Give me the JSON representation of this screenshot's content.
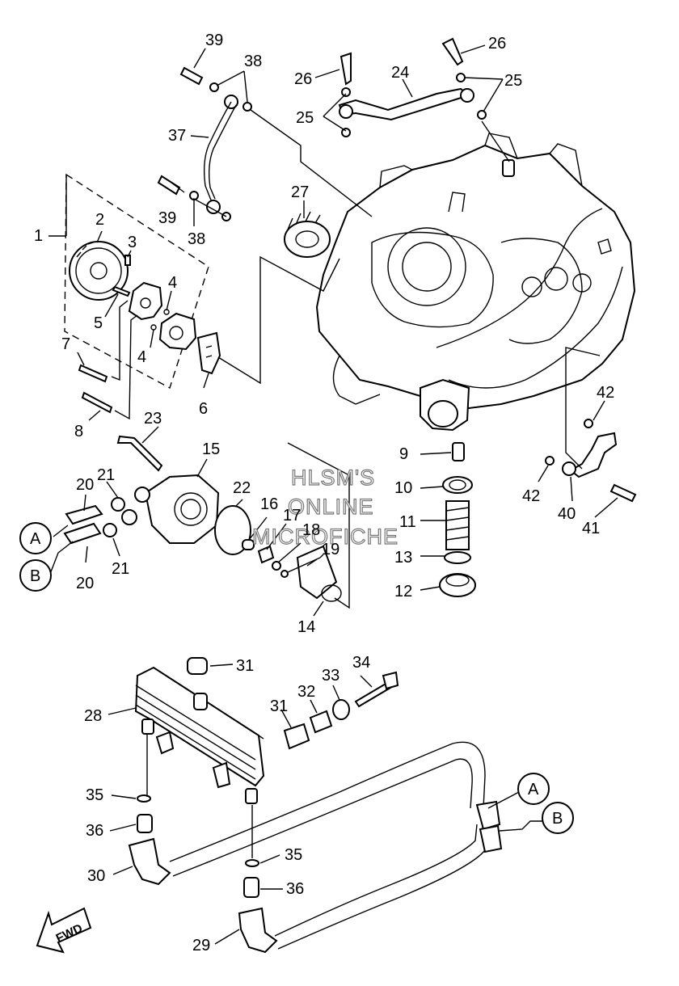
{
  "labels": {
    "p1": "1",
    "p2": "2",
    "p3": "3",
    "p4a": "4",
    "p4b": "4",
    "p5": "5",
    "p6": "6",
    "p7": "7",
    "p8": "8",
    "p9": "9",
    "p10": "10",
    "p11": "11",
    "p12": "12",
    "p13": "13",
    "p14": "14",
    "p15": "15",
    "p16": "16",
    "p17": "17",
    "p18": "18",
    "p19": "19",
    "p20a": "20",
    "p20b": "20",
    "p21a": "21",
    "p21b": "21",
    "p22": "22",
    "p23": "23",
    "p24": "24",
    "p25a": "25",
    "p25b": "25",
    "p26a": "26",
    "p26b": "26",
    "p27": "27",
    "p28": "28",
    "p29": "29",
    "p30": "30",
    "p31a": "31",
    "p31b": "31",
    "p32": "32",
    "p33": "33",
    "p34": "34",
    "p35a": "35",
    "p35b": "35",
    "p36a": "36",
    "p36b": "36",
    "p37": "37",
    "p38a": "38",
    "p38b": "38",
    "p39a": "39",
    "p39b": "39",
    "p40": "40",
    "p41": "41",
    "p42a": "42",
    "p42b": "42"
  },
  "callouts": {
    "a_left": "A",
    "b_left": "B",
    "a_right": "A",
    "b_right": "B"
  },
  "watermark": {
    "line1": "HLSM'S",
    "line2": "ONLINE",
    "line3": "MICROFICHE"
  },
  "fwd_label": "FWD"
}
